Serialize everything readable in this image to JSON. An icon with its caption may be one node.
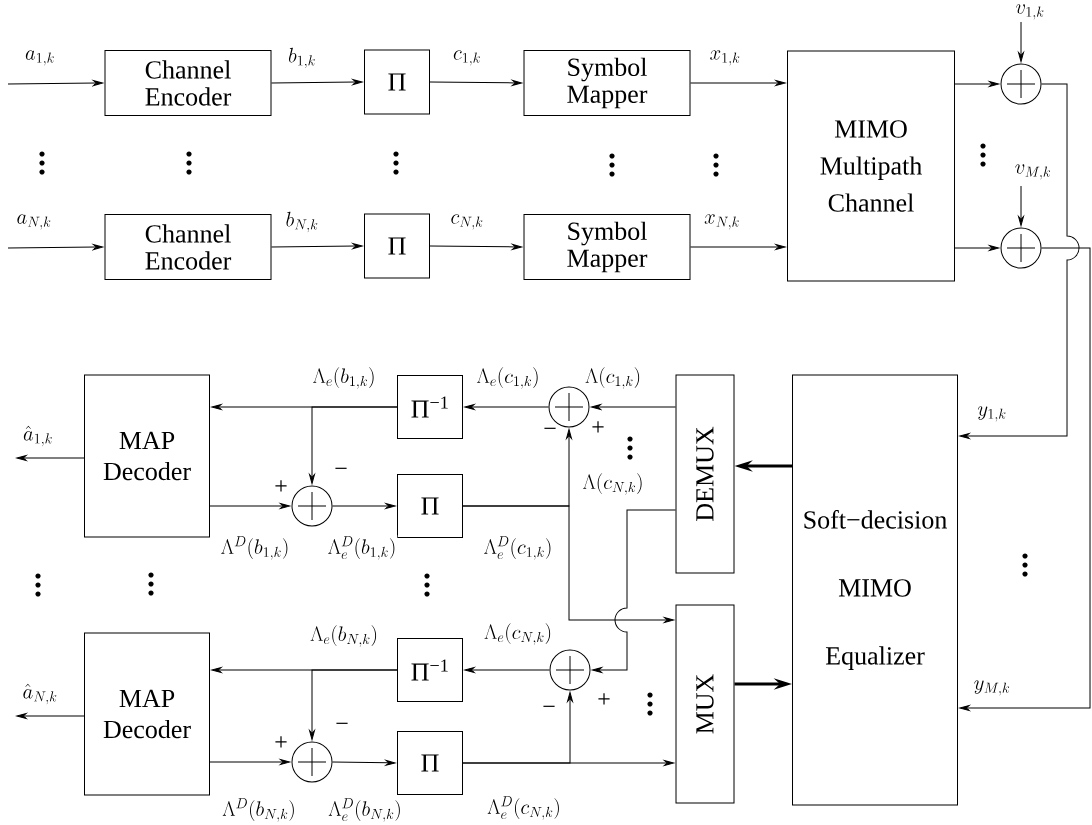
{
  "diagram": {
    "nodes": [
      {
        "text": [
          "Channel Encoder"
        ]
      },
      {
        "text": [
          "Π"
        ]
      },
      {
        "text": [
          "Symbol Mapper"
        ]
      },
      {
        "text": [
          "Channel Encoder"
        ]
      },
      {
        "text": [
          "Π"
        ]
      },
      {
        "text": [
          "Symbol Mapper"
        ]
      },
      {
        "text": [
          "MIMO Multipath Channel"
        ]
      },
      {
        "text": [],
        "shape": "circle"
      },
      {
        "text": [],
        "shape": "circle"
      },
      {
        "text": [
          "Soft−decision MIMO Equalizer"
        ]
      },
      {
        "text": [
          "DEMUX"
        ]
      },
      {
        "text": [
          "MUX"
        ]
      },
      {
        "text": [
          "MAP Decoder"
        ]
      },
      {
        "text": [
          "Π$^{−1}$"
        ]
      },
      {
        "text": [],
        "shape": "circle"
      },
      {
        "text": [
          "Π"
        ]
      },
      {
        "text": [],
        "shape": "circle"
      },
      {
        "text": [
          "MAP Decoder"
        ]
      },
      {
        "text": [
          "Π$^{−1}$"
        ]
      },
      {
        "text": [],
        "shape": "circle"
      },
      {
        "text": [
          "Π"
        ]
      },
      {
        "text": [],
        "shape": "circle"
      }
    ],
    "edges": [
      {
        "from": null,
        "to": 0,
        "arrow": "to",
        "label": "a_{1,k}"
      },
      {
        "from": 0,
        "to": 1,
        "arrow": "to",
        "label": "b_{1,k}"
      },
      {
        "from": 1,
        "to": 2,
        "arrow": "to",
        "label": "c_{1,k}"
      },
      {
        "from": 2,
        "to": 6,
        "arrow": "to",
        "label": "x_{1,k}"
      },
      {
        "from": null,
        "to": 3,
        "arrow": "to",
        "label": "a_{N,k}"
      },
      {
        "from": 3,
        "to": 4,
        "arrow": "to",
        "label": "b_{N,k}"
      },
      {
        "from": 4,
        "to": 5,
        "arrow": "to",
        "label": "c_{N,k}"
      },
      {
        "from": 5,
        "to": 6,
        "arrow": "to",
        "label": "x_{N,k}"
      },
      {
        "from": 6,
        "to": 7,
        "arrow": "to"
      },
      {
        "from": 6,
        "to": 8,
        "arrow": "to"
      },
      {
        "from": null,
        "to": 7,
        "arrow": "to",
        "label": "v_{1,k}"
      },
      {
        "from": null,
        "to": 8,
        "arrow": "to",
        "label": "v_{M,k}"
      },
      {
        "from": 7,
        "to": 9,
        "arrow": "to",
        "label": "y_{1,k}"
      },
      {
        "from": 8,
        "to": 9,
        "arrow": "to",
        "label": "y_{M,k}"
      },
      {
        "from": 9,
        "to": 10,
        "arrow": "to",
        "style": "thick"
      },
      {
        "from": 11,
        "to": 9,
        "arrow": "to",
        "style": "thick"
      },
      {
        "from": 10,
        "to": 16,
        "arrow": "to",
        "label": "\\Lambda(c_{1,k})"
      },
      {
        "from": 10,
        "to": 21,
        "arrow": "to",
        "label": "\\Lambda(c_{N,k})"
      },
      {
        "from": 16,
        "to": 13,
        "arrow": "to",
        "label": "\\Lambda_e(c_{1,k})"
      },
      {
        "from": 13,
        "to": 12,
        "arrow": "to",
        "label": "\\Lambda_e(b_{1,k})"
      },
      {
        "from": 13,
        "to": 14,
        "arrow": "to"
      },
      {
        "from": 12,
        "to": 14,
        "arrow": "to",
        "label": "\\Lambda^D(b_{1,k})"
      },
      {
        "from": 14,
        "to": 15,
        "arrow": "to",
        "label": "\\Lambda_e^D(b_{1,k})"
      },
      {
        "from": 15,
        "to": 11,
        "arrow": "to",
        "label": "\\Lambda_e^D(c_{1,k})"
      },
      {
        "from": 15,
        "to": 16,
        "arrow": "to"
      },
      {
        "from": 12,
        "to": null,
        "arrow": "to",
        "label": "\\hat{a}_{1,k}"
      },
      {
        "from": 21,
        "to": 18,
        "arrow": "to",
        "label": "\\Lambda_e(c_{N,k})"
      },
      {
        "from": 18,
        "to": 17,
        "arrow": "to",
        "label": "\\Lambda_e(b_{N,k})"
      },
      {
        "from": 18,
        "to": 19,
        "arrow": "to"
      },
      {
        "from": 17,
        "to": 19,
        "arrow": "to",
        "label": "\\Lambda^D(b_{N,k})"
      },
      {
        "from": 19,
        "to": 20,
        "arrow": "to",
        "label": "\\Lambda_e^D(b_{N,k})"
      },
      {
        "from": 20,
        "to": 11,
        "arrow": "to",
        "label": "\\Lambda_e^D(c_{N,k})"
      },
      {
        "from": 20,
        "to": 21,
        "arrow": "to"
      },
      {
        "from": 17,
        "to": null,
        "arrow": "to",
        "label": "\\hat{a}_{N,k}"
      }
    ],
    "labels": [
      "−",
      "+",
      "+",
      "−",
      "−",
      "+",
      "+",
      "−"
    ]
  }
}
